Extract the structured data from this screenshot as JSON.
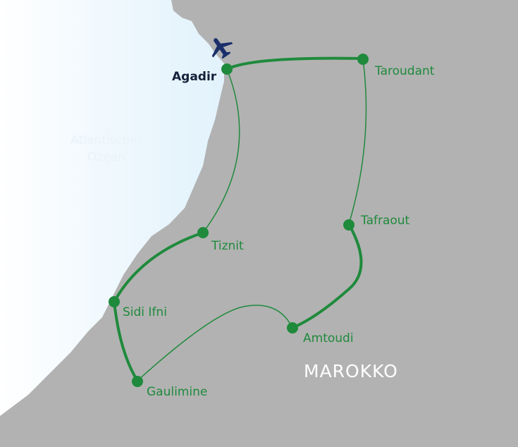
{
  "map": {
    "country_label": "MAROKKO",
    "ocean_label_line1": "Atlantischer",
    "ocean_label_line2": "Ozean",
    "start_city": "Agadir",
    "cities": [
      "Taroudant",
      "Tafraout",
      "Amtoudi",
      "Gaulimine",
      "Sidi Ifni",
      "Tiznit"
    ],
    "colors": {
      "route": "#1f8a3c",
      "land": "#b2b2b2",
      "ocean": "#cfe9f8",
      "airport": "#1b2f6b"
    },
    "icons": [
      "airplane-icon"
    ]
  }
}
